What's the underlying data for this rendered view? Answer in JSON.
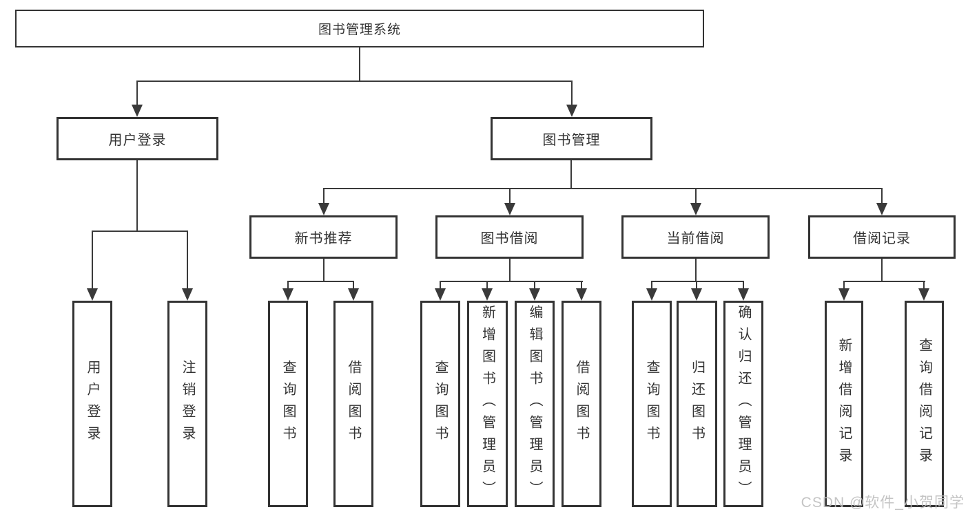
{
  "colors": {
    "background": "#ffffff",
    "box_border": "#333333",
    "connector_line": "#3a3a3a",
    "text": "#333333",
    "watermark": "#bebebe"
  },
  "tree": {
    "root": {
      "label": "图书管理系统"
    },
    "branches": [
      {
        "label": "用户登录",
        "children": [
          {
            "label": "用户登录"
          },
          {
            "label": "注销登录"
          }
        ]
      },
      {
        "label": "图书管理",
        "children": [
          {
            "label": "新书推荐",
            "children": [
              {
                "label": "查询图书"
              },
              {
                "label": "借阅图书"
              }
            ]
          },
          {
            "label": "图书借阅",
            "children": [
              {
                "label": "查询图书"
              },
              {
                "label": "新增图书（管理员）"
              },
              {
                "label": "编辑图书（管理员）"
              },
              {
                "label": "借阅图书"
              }
            ]
          },
          {
            "label": "当前借阅",
            "children": [
              {
                "label": "查询图书"
              },
              {
                "label": "归还图书"
              },
              {
                "label": "确认归还（管理员）"
              }
            ]
          },
          {
            "label": "借阅记录",
            "children": [
              {
                "label": "新增借阅记录"
              },
              {
                "label": "查询借阅记录"
              }
            ]
          }
        ]
      }
    ]
  },
  "watermark": {
    "text": "CSDN @软件_小贺同学"
  }
}
